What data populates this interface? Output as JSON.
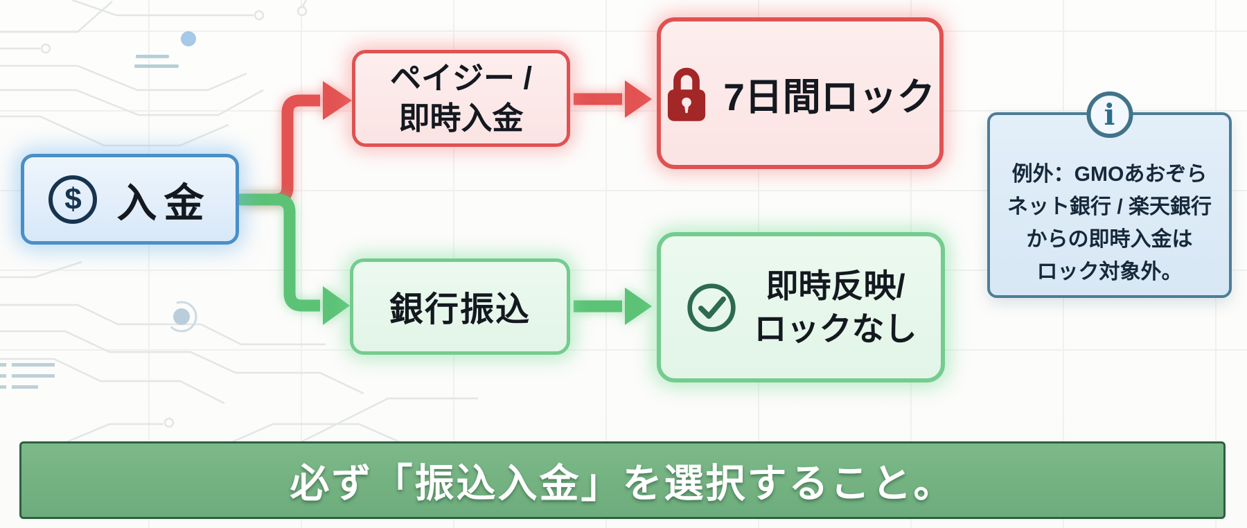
{
  "nodes": {
    "start": {
      "label": "入金",
      "icon": "dollar-circle-icon",
      "icon_glyph": "$"
    },
    "payeasy": {
      "line1": "ペイジー /",
      "line2": "即時入金"
    },
    "lock": {
      "label": "7日間ロック",
      "icon": "lock-icon"
    },
    "bank": {
      "label": "銀行振込"
    },
    "instant": {
      "line1": "即時反映/",
      "line2": "ロックなし",
      "icon": "check-circle-icon"
    }
  },
  "note": {
    "icon": "info-icon",
    "icon_glyph": "i",
    "lines": [
      "例外：GMOあおぞら",
      "ネット銀行 / 楽天銀行",
      "からの即時入金は",
      "ロック対象外。"
    ]
  },
  "banner": {
    "text": "必ず「振込入金」を選択すること。"
  },
  "colors": {
    "blue_border": "#4a8fc7",
    "red_border": "#e05252",
    "red_arrow": "#e25352",
    "green_border": "#74cc8e",
    "green_arrow": "#5cc276",
    "lock_icon": "#a32727",
    "check_icon": "#2d6a4f",
    "note_border": "#4d7d96",
    "banner_bg": "#74b282",
    "banner_border": "#2e5f41"
  }
}
